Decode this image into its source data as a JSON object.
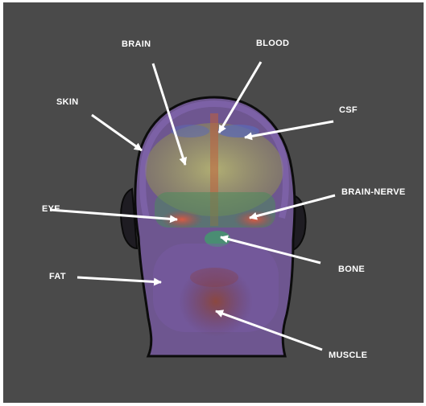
{
  "labels": {
    "brain": "BRAIN",
    "blood": "BLOOD",
    "skin": "SKIN",
    "csf": "CSF",
    "eye": "EYE",
    "brain_nerve": "BRAIN-NERVE",
    "fat": "FAT",
    "bone": "BONE",
    "muscle": "MUSCLE"
  },
  "colors": {
    "background": "#4a4a4a",
    "arrow": "#ffffff",
    "head_outline": "#111111",
    "skin": "#7a5c9e",
    "brain": "#a8a860",
    "blood": "#c0603a",
    "eye": "#d0503a",
    "bone": "#3fa06a",
    "muscle": "#8a4a3a"
  }
}
